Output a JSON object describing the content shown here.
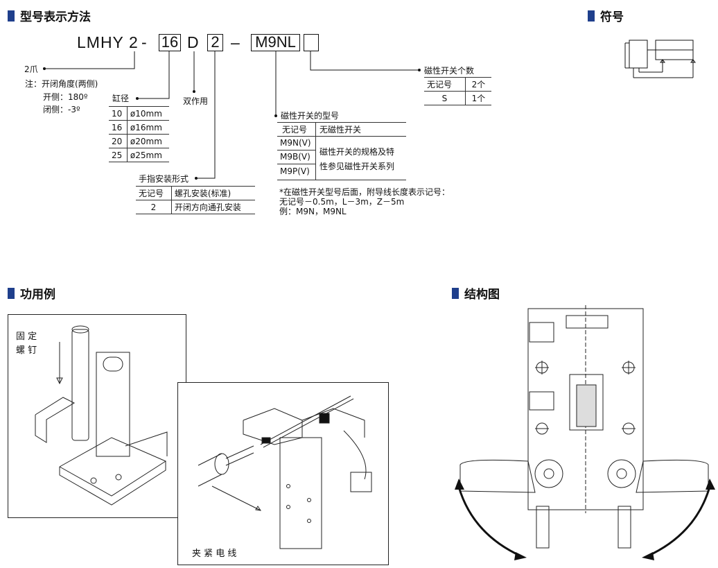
{
  "sections": {
    "model_method": "型号表示方法",
    "symbol": "符号",
    "usage": "功用例",
    "structure": "结构图"
  },
  "code": {
    "prefix": "LMHY",
    "jaws": "2",
    "dash1": "-",
    "bore": "16",
    "action": "D",
    "mount": "2",
    "dash2": "–",
    "switch": "M9NL"
  },
  "jaws_note": {
    "label": "2爪",
    "note1": "注：开闭角度(两侧)",
    "note2": "开侧：180º",
    "note3": "闭侧：-3º"
  },
  "bore_table": {
    "title": "缸径",
    "rows": [
      {
        "code": "10",
        "value": "ø10mm"
      },
      {
        "code": "16",
        "value": "ø16mm"
      },
      {
        "code": "20",
        "value": "ø20mm"
      },
      {
        "code": "25",
        "value": "ø25mm"
      }
    ]
  },
  "action_label": "双作用",
  "mount_table": {
    "title": "手指安装形式",
    "rows": [
      {
        "code": "无记号",
        "value": "螺孔安装(标准)"
      },
      {
        "code": "2",
        "value": "开闭方向通孔安装"
      }
    ]
  },
  "switch_table": {
    "title": "磁性开关的型号",
    "row1": {
      "code": "无记号",
      "value": "无磁性开关"
    },
    "codes": [
      "M9N(V)",
      "M9B(V)",
      "M9P(V)"
    ],
    "spec_line1": "磁性开关的规格及特",
    "spec_line2": "性参见磁性开关系列",
    "note1": "*在磁性开关型号后面，附导线长度表示记号：",
    "note2": "无记号－0.5m，L－3m，Z－5m",
    "note3": "例：M9N，M9NL"
  },
  "count_table": {
    "title": "磁性开关个数",
    "rows": [
      {
        "code": "无记号",
        "value": "2个"
      },
      {
        "code": "S",
        "value": "1个"
      }
    ]
  },
  "usage": {
    "label1": "固 定",
    "label2": "螺 钉",
    "label3": "夹 紧 电 线"
  }
}
